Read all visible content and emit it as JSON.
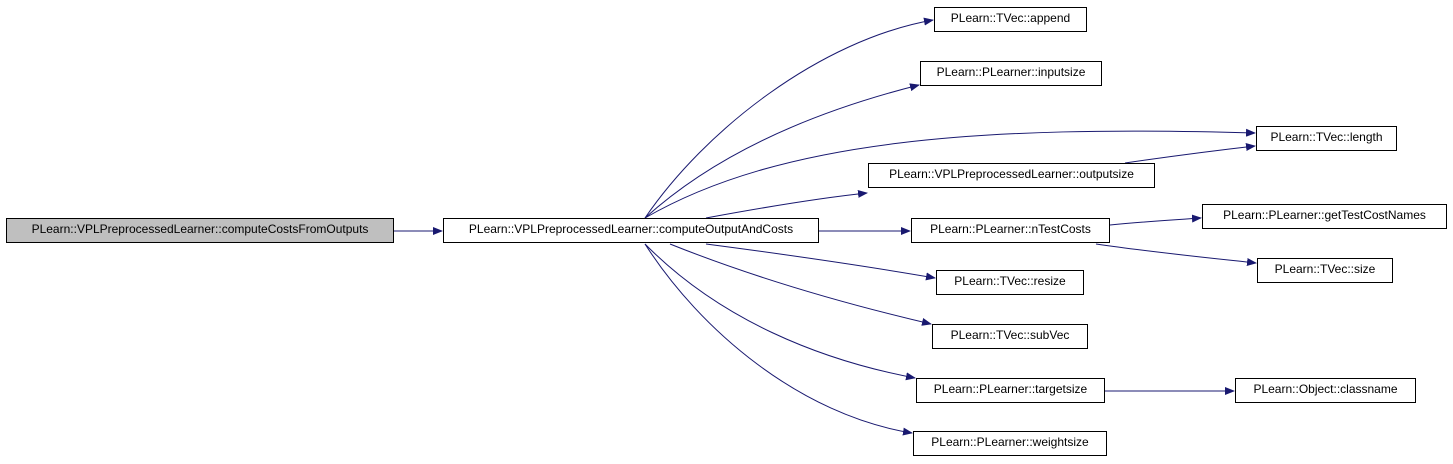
{
  "graph": {
    "edge_color": "#191970",
    "root_fill": "#bfbfbf",
    "nodes": [
      {
        "id": "root",
        "label": "PLearn::VPLPreprocessedLearner::computeCostsFromOutputs"
      },
      {
        "id": "coac",
        "label": "PLearn::VPLPreprocessedLearner::computeOutputAndCosts"
      },
      {
        "id": "append",
        "label": "PLearn::TVec::append"
      },
      {
        "id": "inputsize",
        "label": "PLearn::PLearner::inputsize"
      },
      {
        "id": "length",
        "label": "PLearn::TVec::length"
      },
      {
        "id": "outputsize",
        "label": "PLearn::VPLPreprocessedLearner::outputsize"
      },
      {
        "id": "ntestcosts",
        "label": "PLearn::PLearner::nTestCosts"
      },
      {
        "id": "gettestcostnames",
        "label": "PLearn::PLearner::getTestCostNames"
      },
      {
        "id": "size",
        "label": "PLearn::TVec::size"
      },
      {
        "id": "resize",
        "label": "PLearn::TVec::resize"
      },
      {
        "id": "subvec",
        "label": "PLearn::TVec::subVec"
      },
      {
        "id": "targetsize",
        "label": "PLearn::PLearner::targetsize"
      },
      {
        "id": "classname",
        "label": "PLearn::Object::classname"
      },
      {
        "id": "weightsize",
        "label": "PLearn::PLearner::weightsize"
      }
    ],
    "edges": [
      {
        "from": "root",
        "to": "coac"
      },
      {
        "from": "coac",
        "to": "append"
      },
      {
        "from": "coac",
        "to": "inputsize"
      },
      {
        "from": "coac",
        "to": "length"
      },
      {
        "from": "coac",
        "to": "outputsize"
      },
      {
        "from": "coac",
        "to": "ntestcosts"
      },
      {
        "from": "coac",
        "to": "resize"
      },
      {
        "from": "coac",
        "to": "subvec"
      },
      {
        "from": "coac",
        "to": "targetsize"
      },
      {
        "from": "coac",
        "to": "weightsize"
      },
      {
        "from": "outputsize",
        "to": "length"
      },
      {
        "from": "ntestcosts",
        "to": "gettestcostnames"
      },
      {
        "from": "ntestcosts",
        "to": "size"
      },
      {
        "from": "targetsize",
        "to": "classname"
      }
    ]
  }
}
